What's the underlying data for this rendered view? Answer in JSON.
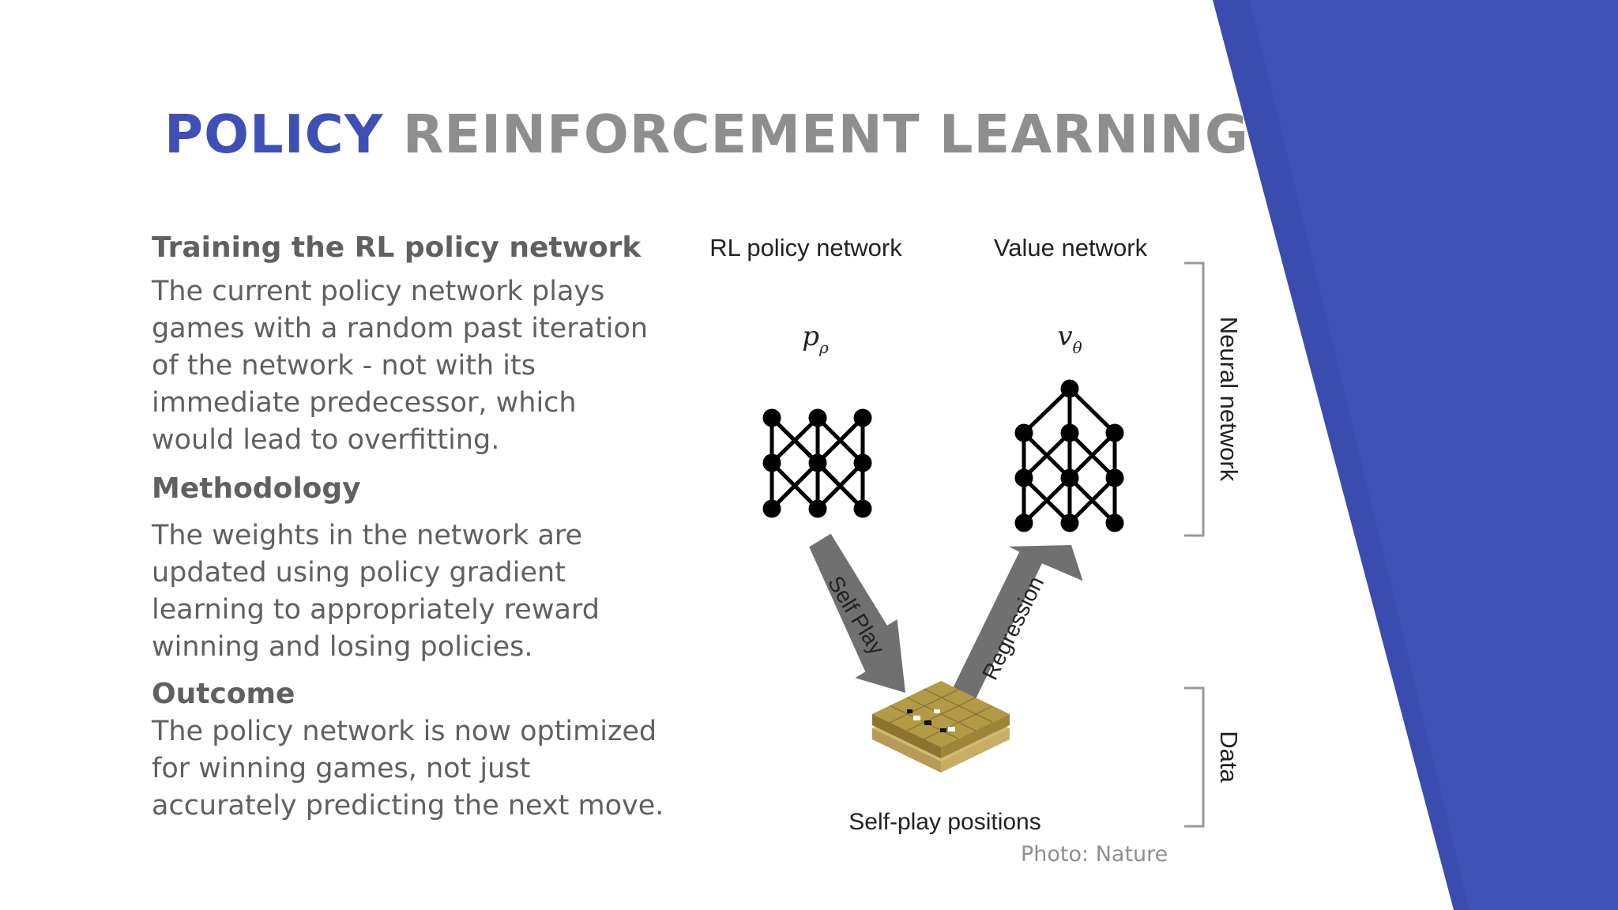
{
  "slide": {
    "title_word1": "POLICY",
    "title_word2": "REINFORCEMENT LEARNING",
    "colors": {
      "title_accent": "#3e50b4",
      "title_gray": "#8e8e8e",
      "shape_blue": "#3e50b4",
      "text": "#606060"
    },
    "sections": [
      {
        "heading": "Training the RL policy network",
        "body": "The current policy network plays games with a random past iteration of the network - not with its immediate predecessor, which would lead to overfitting."
      },
      {
        "heading": "Methodology",
        "body": "The weights in the network are updated using policy gradient learning to appropriately reward winning and losing policies."
      },
      {
        "heading": "Outcome",
        "body": "The policy network is now optimized for winning games, not just accurately predicting the next move."
      }
    ]
  },
  "diagram": {
    "label_rl_policy": "RL policy network",
    "label_value": "Value network",
    "symbol_policy": "p",
    "symbol_policy_sub": "ρ",
    "symbol_value": "v",
    "symbol_value_sub": "θ",
    "arrow_left_label": "Self Play",
    "arrow_right_label": "Regression",
    "label_positions": "Self-play positions",
    "bracket_top_label": "Neural network",
    "bracket_bottom_label": "Data",
    "credit": "Photo: Nature"
  }
}
